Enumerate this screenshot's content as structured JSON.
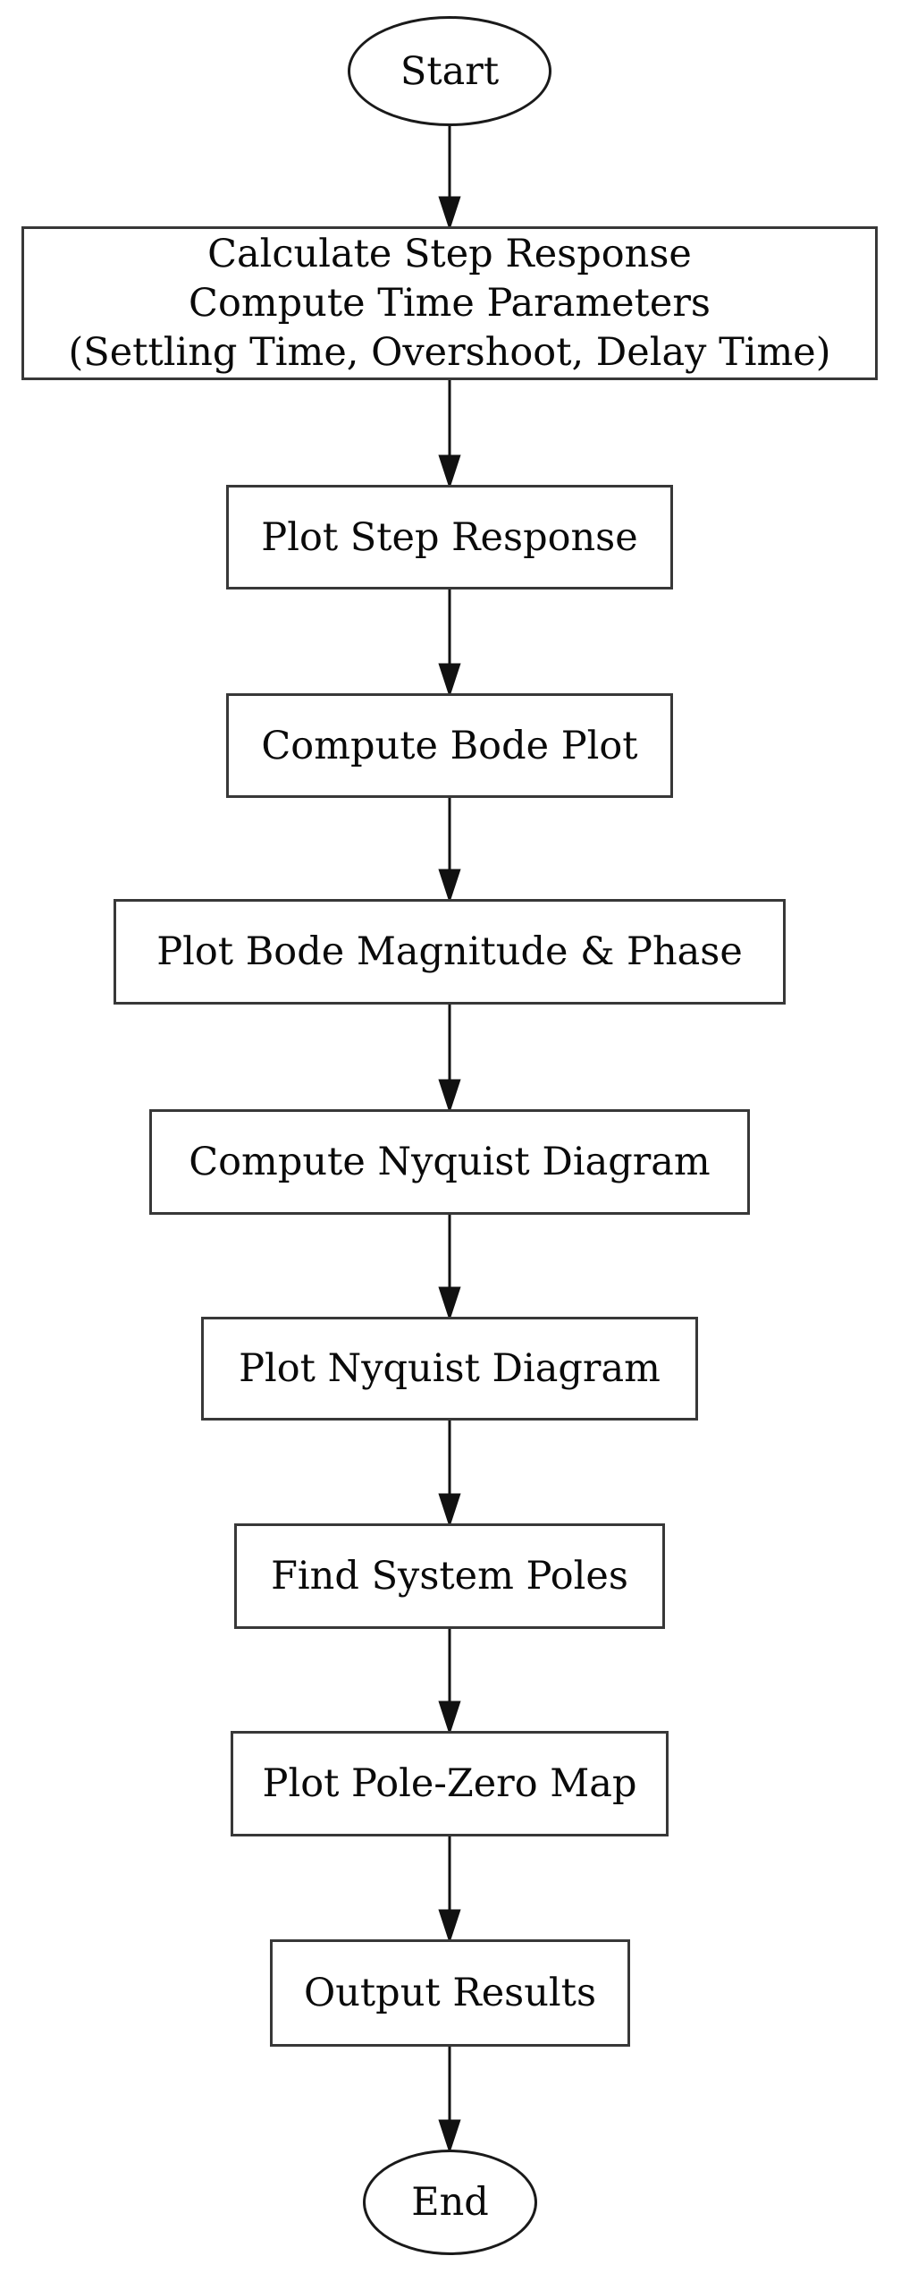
{
  "diagram": {
    "type": "flowchart",
    "direction": "top-down",
    "colors": {
      "background": "#ffffff",
      "node_fill": "#ffffff",
      "node_stroke": "#383838",
      "terminator_stroke": "#1a1a1a",
      "arrow": "#111111",
      "text": "#0a0a0a"
    },
    "nodes": [
      {
        "id": "start",
        "type": "terminator",
        "shape": "ellipse",
        "label": "Start"
      },
      {
        "id": "calc_step_response",
        "type": "process",
        "shape": "rect",
        "label": "Calculate Step Response\nCompute Time Parameters\n(Settling Time, Overshoot, Delay Time)",
        "lines": [
          "Calculate Step Response",
          "Compute Time Parameters",
          "(Settling Time, Overshoot, Delay Time)"
        ]
      },
      {
        "id": "plot_step_response",
        "type": "process",
        "shape": "rect",
        "label": "Plot Step Response"
      },
      {
        "id": "compute_bode_plot",
        "type": "process",
        "shape": "rect",
        "label": "Compute Bode Plot"
      },
      {
        "id": "plot_bode_mag_phase",
        "type": "process",
        "shape": "rect",
        "label": "Plot Bode Magnitude & Phase"
      },
      {
        "id": "compute_nyquist",
        "type": "process",
        "shape": "rect",
        "label": "Compute Nyquist Diagram"
      },
      {
        "id": "plot_nyquist",
        "type": "process",
        "shape": "rect",
        "label": "Plot Nyquist Diagram"
      },
      {
        "id": "find_system_poles",
        "type": "process",
        "shape": "rect",
        "label": "Find System Poles"
      },
      {
        "id": "plot_pole_zero_map",
        "type": "process",
        "shape": "rect",
        "label": "Plot Pole-Zero Map"
      },
      {
        "id": "output_results",
        "type": "process",
        "shape": "rect",
        "label": "Output Results"
      },
      {
        "id": "end",
        "type": "terminator",
        "shape": "ellipse",
        "label": "End"
      }
    ],
    "edges": [
      {
        "from": "start",
        "to": "calc_step_response"
      },
      {
        "from": "calc_step_response",
        "to": "plot_step_response"
      },
      {
        "from": "plot_step_response",
        "to": "compute_bode_plot"
      },
      {
        "from": "compute_bode_plot",
        "to": "plot_bode_mag_phase"
      },
      {
        "from": "plot_bode_mag_phase",
        "to": "compute_nyquist"
      },
      {
        "from": "compute_nyquist",
        "to": "plot_nyquist"
      },
      {
        "from": "plot_nyquist",
        "to": "find_system_poles"
      },
      {
        "from": "find_system_poles",
        "to": "plot_pole_zero_map"
      },
      {
        "from": "plot_pole_zero_map",
        "to": "output_results"
      },
      {
        "from": "output_results",
        "to": "end"
      }
    ]
  }
}
